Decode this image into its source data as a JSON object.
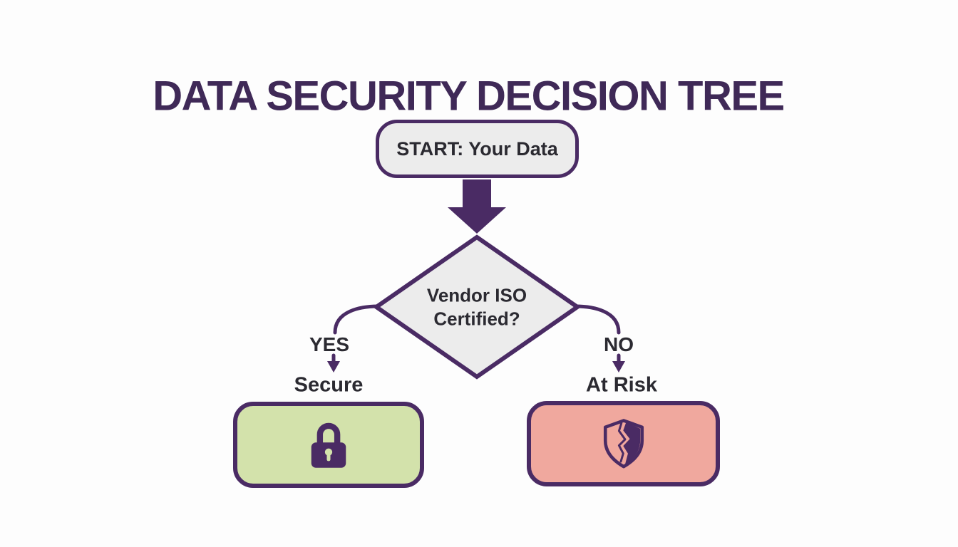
{
  "title": "DATA SECURITY DECISION TREE",
  "flow": {
    "start": {
      "label": "START: Your Data"
    },
    "decision": {
      "question": "Vendor ISO Certified?"
    },
    "branch_yes": {
      "label": "YES",
      "outcome": "Secure",
      "icon": "lock-icon"
    },
    "branch_no": {
      "label": "NO",
      "outcome": "At Risk",
      "icon": "broken-shield-icon"
    }
  },
  "colors": {
    "accent_purple": "#4a2b64",
    "title_purple": "#3f2957",
    "node_gray": "#ececec",
    "secure_green": "#d3e2ab",
    "risk_pink": "#f0a89e",
    "text_dark": "#2b2a31",
    "background": "#fdfdfd"
  }
}
